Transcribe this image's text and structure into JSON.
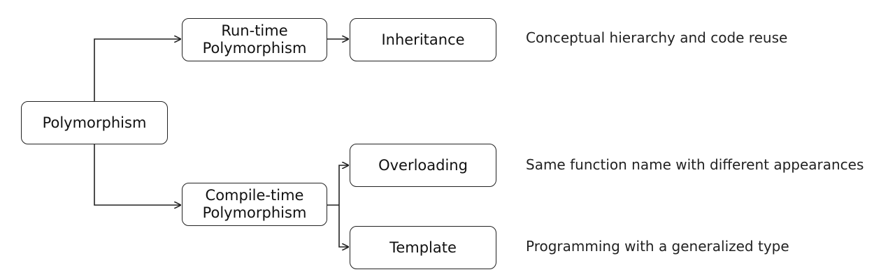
{
  "nodes": {
    "root": "Polymorphism",
    "runtime": "Run-time\nPolymorphism",
    "compiletime": "Compile-time\nPolymorphism",
    "inheritance": "Inheritance",
    "overloading": "Overloading",
    "template": "Template"
  },
  "notes": {
    "inheritance": "Conceptual hierarchy and code reuse",
    "overloading": "Same function name with different appearances",
    "template": "Programming with a generalized type"
  },
  "colors": {
    "line": "#222222",
    "background": "#ffffff"
  }
}
